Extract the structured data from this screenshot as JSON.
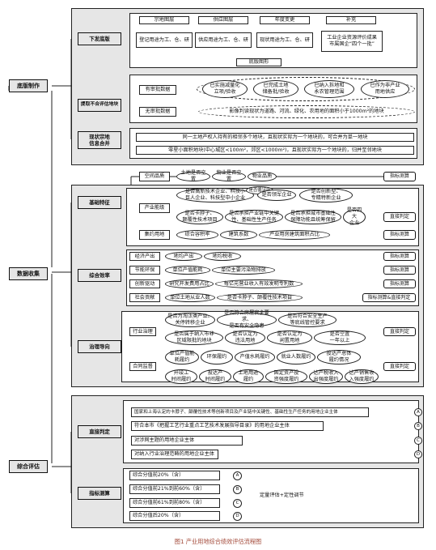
{
  "caption": "图1 产业用地综合绩效评估流程图",
  "roots": {
    "base_map": "底版制作",
    "data_collect": "数据收集",
    "eval": "综合评估"
  },
  "s1": {
    "xiafa": "下发底版",
    "tiqu": "提取不合评估地块",
    "hebing": "现状宗地\n信息合并",
    "layers": [
      "宗地图层",
      "供应图层",
      "年度变更",
      "补充"
    ],
    "uses": [
      "登记用途为工、仓、研",
      "供应用途为工、仓、研",
      "现状用途为工、仓、研",
      "工业企业资源评价成果\n市属国企“四个一批”"
    ],
    "diban": "底版图形",
    "you": "有审批数据",
    "wu": "无审批数据",
    "you_items": [
      "已实施减量化\n立项/验收",
      "已完成土地\n储备批/验收",
      "已纳入拆地和\n永农管理范围",
      "已作为非产业\n用地供应"
    ],
    "wu_item": "影像判读现状为道路、河流、绿化、农用地的面积小于1000m²的地块",
    "merge1": "同一土地产权人持有的相邻多个地块，且现状实际为一个地块的，可合并为单一地块",
    "merge2": "零星小面积地块(中心城区<100m²，郊区<1000m²)，且现状实际为一个地块的，归并至邻地块"
  },
  "s2": {
    "jichu": "基础特征",
    "zonghe": "综合效率",
    "zhili": "治理导向",
    "kongjian": "空间品质",
    "chanye": "产业能级",
    "jiyue": "集约用地",
    "kj_items": [
      "土地是否空置",
      "物业是否空置",
      "物业品质"
    ],
    "cy_items": [
      "是否高新技术企业、科技小\n巨人企业、科技型中小企业",
      "是否循证中",
      "是否领军企业",
      "是否创新型、\n专精特新企业",
      "是否卡脖子、\n颠覆性技术项目",
      "是否承担产业链中关键\n性、基础性生产任务",
      "是否承担城市基础性\n保障功能且统筹保留",
      "是否四大\n企业"
    ],
    "jy_items": [
      "综合容积率",
      "建筑系数",
      "产业用房建筑面积占比"
    ],
    "jingji": "经济产出",
    "jieneng": "节能环保",
    "chuangxin": "创新驱动",
    "shehui": "社会贡献",
    "jj_items": [
      "地均产出",
      "地均税收"
    ],
    "jn_items": [
      "单位产值能耗",
      "单位主要污染物排放"
    ],
    "cx_items": [
      "研究开发费用占比",
      "每亿元营业收入有效发明专利数"
    ],
    "sh_items": [
      "单位土地从业人数",
      "是否卡脖子、颠覆性技术项目"
    ],
    "hangye": "行业治理",
    "hetong": "合同监督",
    "hy_items": [
      "是否为淘汰类产业、\n关停转移企业",
      "是否符合房屋安全要求、\n是否有安全隐患",
      "是否符合安全生产\n等底线管控要求",
      "是否属于纳入市非\n区域限批的地块",
      "是否认定为\n违法用地",
      "是否认定为\n闲置用地",
      "是否空置\n一年以上"
    ],
    "ht_items": [
      "单位产值能\n耗履约",
      "环保履约",
      "产值水耗履约",
      "就业人数履约",
      "投达产总体\n履约情况",
      "开竣工\n时间履约",
      "投达产\n时间履约",
      "土地用途\n履约",
      "固定资产投\n资强度履约",
      "达产税收入\n出强度履约",
      "达产销售收\n入强度履约"
    ],
    "r_measure": "指标测算",
    "r_direct": "直接判定",
    "r_both": "指标测算&直接判定"
  },
  "s3": {
    "zhijie": "直接判定",
    "zhibiao": "指标测算",
    "rules": [
      "国家和上海认定的卡脖子、颠覆性技术等创新项目及产业链中关键性、基础性生产任务的用地企业主体",
      "符合本市《把握工艺行业重点工艺技术发展指导目录》的用地企业主体",
      "对涉网主题的用地企业主体",
      "对纳入行业治理范畴的用地企业主体"
    ],
    "scores": [
      "综合分值前20%（含）",
      "综合分值前21%到前60%（含）",
      "综合分值前61%到前80%（含）",
      "综合分值后20%（含）"
    ],
    "letters": [
      "A",
      "B",
      "C",
      "D"
    ],
    "dingliang": "定量评估+定性调节"
  }
}
